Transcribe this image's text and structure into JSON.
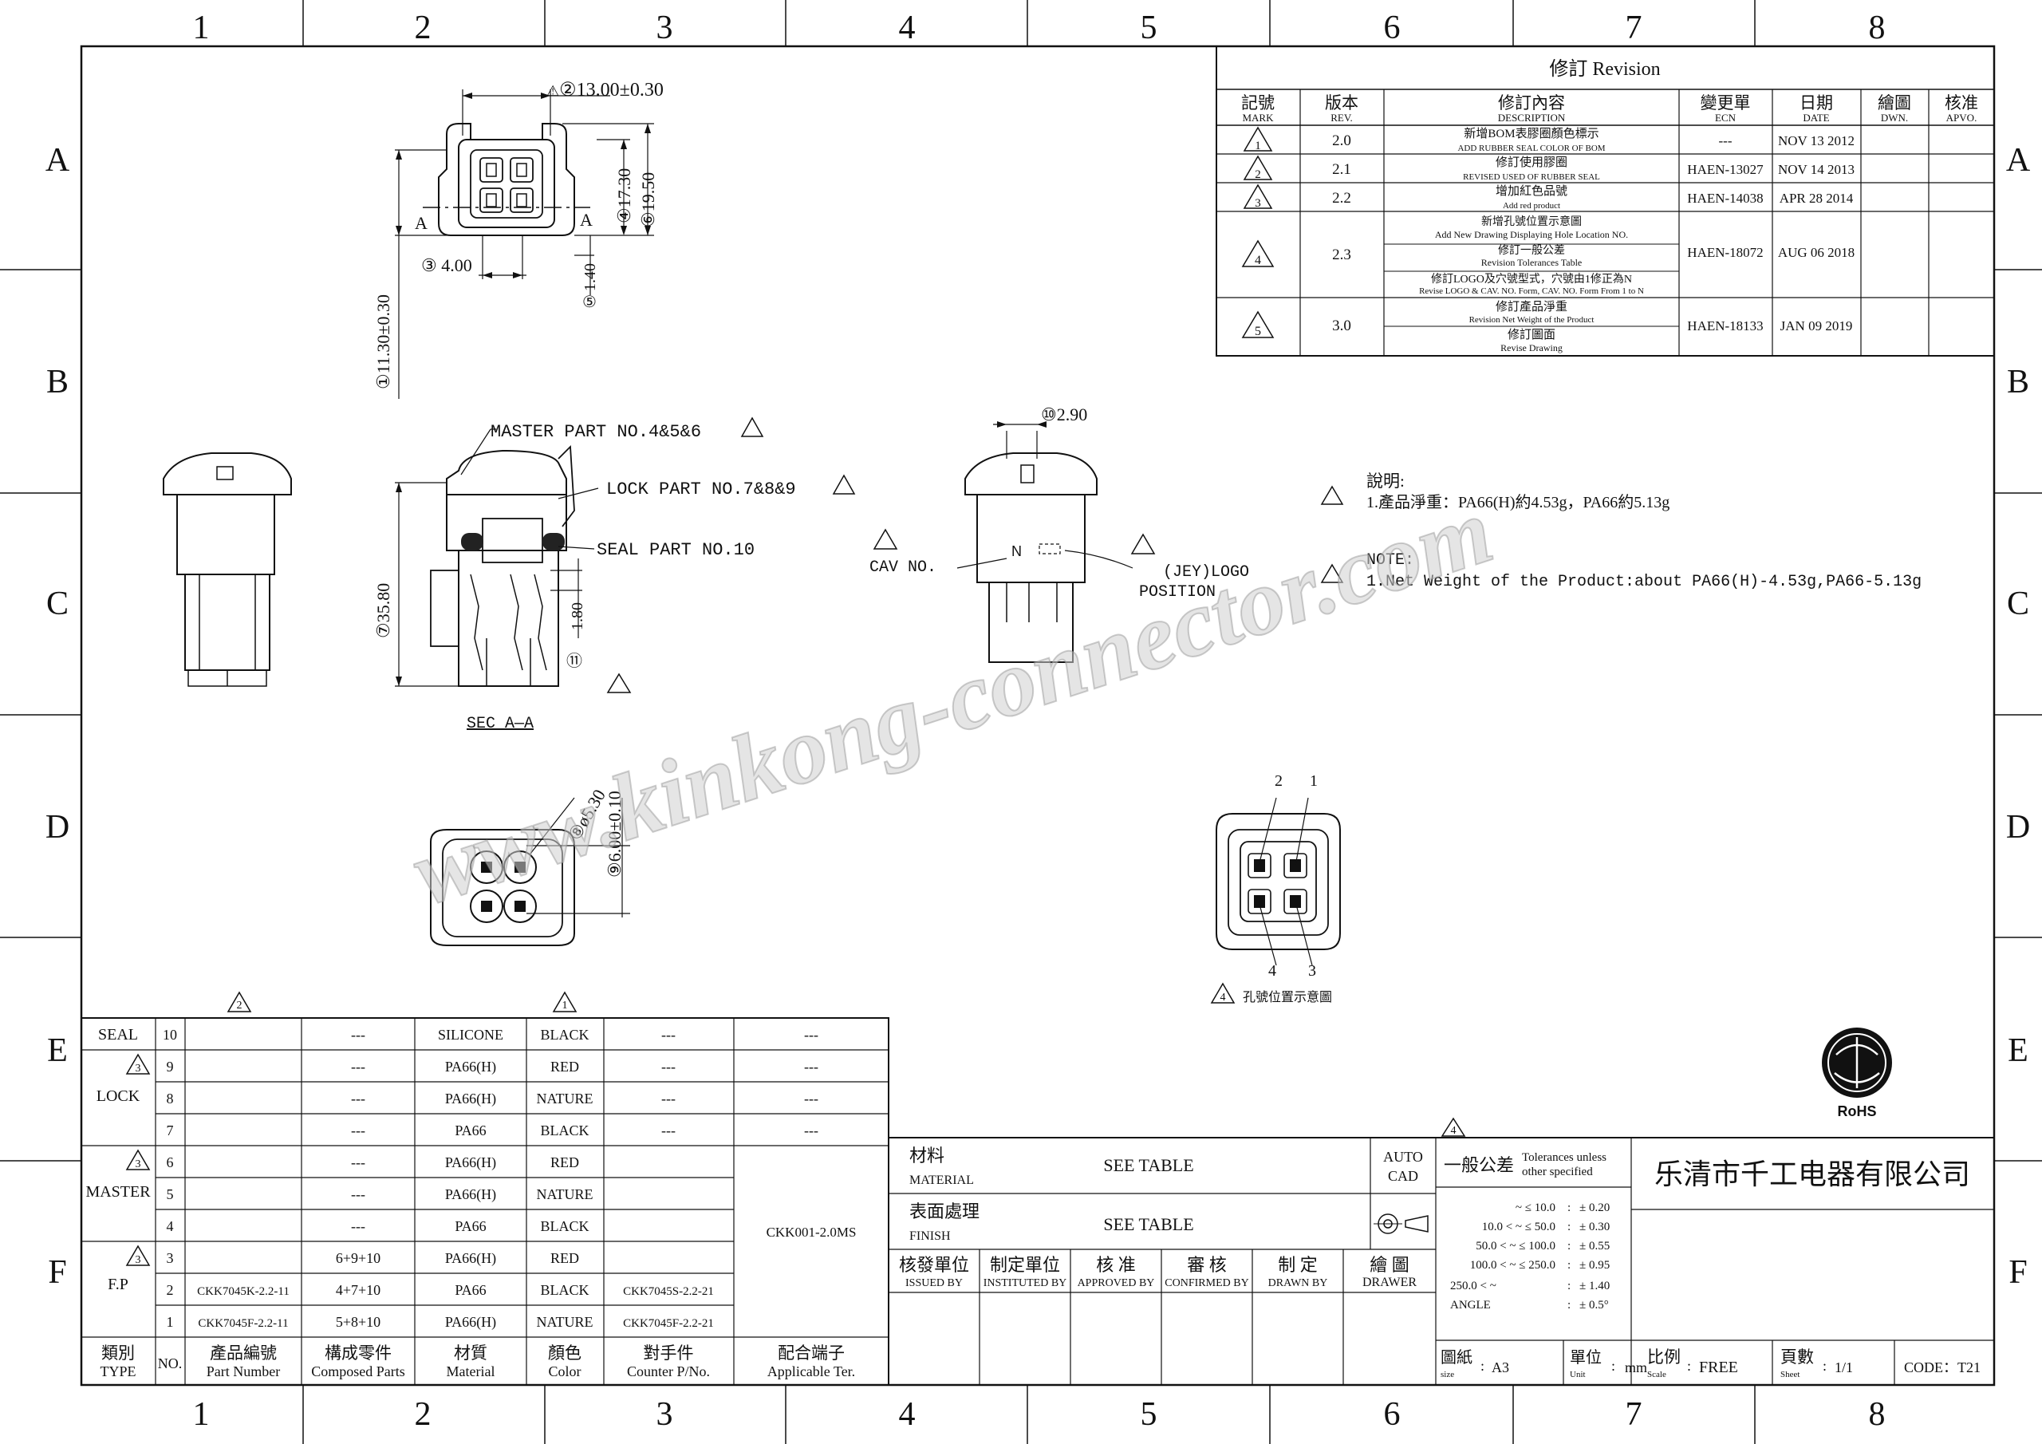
{
  "zones": {
    "columns": [
      "1",
      "2",
      "3",
      "4",
      "5",
      "6",
      "7",
      "8"
    ],
    "rows": [
      "A",
      "B",
      "C",
      "D",
      "E",
      "F"
    ]
  },
  "revision": {
    "title": "修訂 Revision",
    "headers": [
      {
        "zh": "記號",
        "en": "MARK"
      },
      {
        "zh": "版本",
        "en": "REV."
      },
      {
        "zh": "修訂內容",
        "en": "DESCRIPTION"
      },
      {
        "zh": "變更單",
        "en": "ECN"
      },
      {
        "zh": "日期",
        "en": "DATE"
      },
      {
        "zh": "繪圖",
        "en": "DWN."
      },
      {
        "zh": "核准",
        "en": "APVO."
      }
    ],
    "rows": [
      {
        "mark": "1",
        "rev": "2.0",
        "desc": [
          "新增BOM表膠圈顏色標示",
          "ADD RUBBER SEAL COLOR OF BOM"
        ],
        "ecn": "---",
        "date": "NOV 13 2012"
      },
      {
        "mark": "2",
        "rev": "2.1",
        "desc": [
          "修訂使用膠圈",
          "REVISED USED OF RUBBER SEAL"
        ],
        "ecn": "HAEN-13027",
        "date": "NOV 14 2013"
      },
      {
        "mark": "3",
        "rev": "2.2",
        "desc": [
          "增加紅色品號",
          "Add red product"
        ],
        "ecn": "HAEN-14038",
        "date": "APR 28 2014"
      },
      {
        "mark": "4",
        "rev": "2.3",
        "desc": [
          "新增孔號位置示意圖",
          "Add New Drawing Displaying Hole Location NO.",
          "修訂一般公差",
          "Revision Tolerances Table",
          "修訂LOGO及穴號型式，穴號由1修正為N",
          "Revise LOGO & CAV. NO. Form, CAV. NO. Form From 1 to N"
        ],
        "ecn": "HAEN-18072",
        "date": "AUG 06 2018"
      },
      {
        "mark": "5",
        "rev": "3.0",
        "desc": [
          "修訂產品淨重",
          "Revision Net Weight of the Product",
          "修訂圖面",
          "Revise Drawing"
        ],
        "ecn": "HAEN-18133",
        "date": "JAN 09 2019"
      }
    ]
  },
  "dims": {
    "top_width": "②13.00±0.30",
    "h1730": "④17.30",
    "h1950": "⑥19.50",
    "w400": "③ 4.00",
    "w140": "1.40",
    "c5": "⑤",
    "h1130": "①11.30±0.30",
    "sec_a": "A",
    "h3580": "⑦35.80",
    "h180": "1.80",
    "c11": "⑪",
    "w290": "⑩2.90",
    "d530": "⑧ø5.30",
    "h600": "⑨6.00±0.10"
  },
  "callouts": {
    "master": "MASTER PART NO.4&5&6",
    "lock": "LOCK PART NO.7&8&9",
    "seal": "SEAL PART NO.10",
    "sec": "SEC A—A",
    "cav": "CAV NO.",
    "n": "N",
    "logo1": "(JEY)LOGO",
    "logo2": "POSITION",
    "pin1": "1",
    "pin2": "2",
    "pin3": "3",
    "pin4": "4",
    "hole_caption": "孔號位置示意圖"
  },
  "notes": {
    "zh_title": "說明:",
    "zh_line": "1.產品淨重：PA66(H)約4.53g，PA66約5.13g",
    "en_title": "NOTE:",
    "en_line": "1.Net Weight of the Product:about PA66(H)-4.53g,PA66-5.13g"
  },
  "watermark": "www.kinkong-connector.com",
  "bom": {
    "headers": [
      {
        "zh": "類別",
        "en": "TYPE"
      },
      {
        "zh": "NO.",
        "en": ""
      },
      {
        "zh": "產品編號",
        "en": "Part Number"
      },
      {
        "zh": "構成零件",
        "en": "Composed Parts"
      },
      {
        "zh": "材質",
        "en": "Material"
      },
      {
        "zh": "顏色",
        "en": "Color"
      },
      {
        "zh": "對手件",
        "en": "Counter P/No."
      },
      {
        "zh": "配合端子",
        "en": "Applicable Ter."
      }
    ],
    "rows": [
      {
        "no": "10",
        "part": "",
        "composed": "---",
        "material": "SILICONE",
        "color": "BLACK",
        "counter": "---",
        "ter": "---"
      },
      {
        "no": "9",
        "part": "",
        "composed": "---",
        "material": "PA66(H)",
        "color": "RED",
        "counter": "---",
        "ter": "---"
      },
      {
        "no": "8",
        "part": "",
        "composed": "---",
        "material": "PA66(H)",
        "color": "NATURE",
        "counter": "---",
        "ter": "---"
      },
      {
        "no": "7",
        "part": "",
        "composed": "---",
        "material": "PA66",
        "color": "BLACK",
        "counter": "---",
        "ter": "---"
      },
      {
        "no": "6",
        "part": "",
        "composed": "---",
        "material": "PA66(H)",
        "color": "RED",
        "counter": "",
        "ter": ""
      },
      {
        "no": "5",
        "part": "",
        "composed": "---",
        "material": "PA66(H)",
        "color": "NATURE",
        "counter": "",
        "ter": ""
      },
      {
        "no": "4",
        "part": "",
        "composed": "---",
        "material": "PA66",
        "color": "BLACK",
        "counter": "",
        "ter": ""
      },
      {
        "no": "3",
        "part": "",
        "composed": "6+9+10",
        "material": "PA66(H)",
        "color": "RED",
        "counter": "",
        "ter": ""
      },
      {
        "no": "2",
        "part": "CKK7045K-2.2-11",
        "composed": "4+7+10",
        "material": "PA66",
        "color": "BLACK",
        "counter": "CKK7045S-2.2-21",
        "ter": ""
      },
      {
        "no": "1",
        "part": "CKK7045F-2.2-11",
        "composed": "5+8+10",
        "material": "PA66(H)",
        "color": "NATURE",
        "counter": "CKK7045F-2.2-21",
        "ter": ""
      }
    ],
    "types": {
      "seal": "SEAL",
      "lock": "LOCK",
      "master": "MASTER",
      "fp": "F.P"
    },
    "terminal": "CKK001-2.0MS",
    "rev_marks": {
      "top1": "1",
      "top2": "2",
      "lock": "3",
      "master": "3",
      "fp": "3"
    }
  },
  "titleblock": {
    "material_zh": "材料",
    "material_en": "MATERIAL",
    "material_val": "SEE TABLE",
    "finish_zh": "表面處理",
    "finish_en": "FINISH",
    "finish_val": "SEE TABLE",
    "auto1": "AUTO",
    "auto2": "CAD",
    "tol_zh": "一般公差",
    "tol_en1": "Tolerances unless",
    "tol_en2": "other specified",
    "tol_mark": "4",
    "tolerances": [
      {
        "range": "~ ≤ 10.0",
        "val": "± 0.20"
      },
      {
        "range": "10.0 < ~ ≤ 50.0",
        "val": "± 0.30"
      },
      {
        "range": "50.0 < ~ ≤ 100.0",
        "val": "± 0.55"
      },
      {
        "range": "100.0 < ~ ≤ 250.0",
        "val": "± 0.95"
      },
      {
        "range": "250.0 < ~",
        "val": "± 1.40"
      },
      {
        "range": "ANGLE",
        "val": "± 0.5°"
      }
    ],
    "company": "乐清市千工电器有限公司",
    "sign": [
      {
        "zh": "核發單位",
        "en": "ISSUED BY"
      },
      {
        "zh": "制定單位",
        "en": "INSTITUTED BY"
      },
      {
        "zh": "核 准",
        "en": "APPROVED BY"
      },
      {
        "zh": "審 核",
        "en": "CONFIRMED BY"
      },
      {
        "zh": "制 定",
        "en": "DRAWN BY"
      },
      {
        "zh": "繪 圖",
        "en": "DRAWER"
      }
    ],
    "size_zh": "圖紙",
    "size_en": "size",
    "size_val": "A3",
    "unit_zh": "單位",
    "unit_en": "Unit",
    "unit_val": "mm",
    "scale_zh": "比例",
    "scale_en": "Scale",
    "scale_val": "FREE",
    "sheet_zh": "頁數",
    "sheet_en": "Sheet",
    "sheet_val": "1/1",
    "code": "CODE：T21",
    "rohs": "RoHS"
  }
}
